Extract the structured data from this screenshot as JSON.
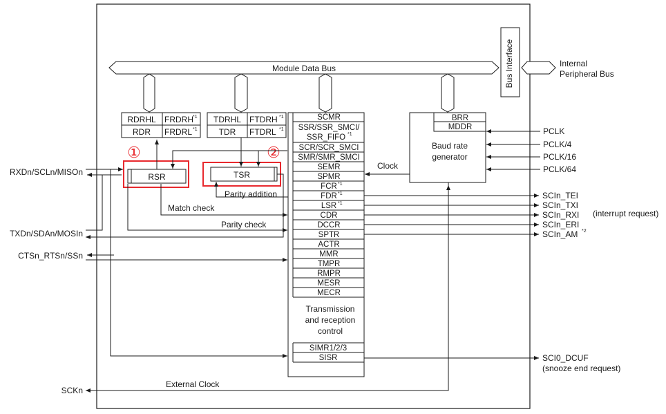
{
  "bus": {
    "module_data_bus": "Module Data Bus",
    "bus_interface": "Bus Interface",
    "internal_peripheral_bus_line1": "Internal",
    "internal_peripheral_bus_line2": "Peripheral Bus"
  },
  "receive_regs": {
    "rdrhl": "RDRHL",
    "frdrh": "FRDRH",
    "rdr": "RDR",
    "frdrl": "FRDRL",
    "rsr": "RSR"
  },
  "transmit_regs": {
    "tdrhl": "TDRHL",
    "ftdrh": "FTDRH",
    "tdr": "TDR",
    "ftdrl": "FTDRL",
    "tsr": "TSR"
  },
  "footnote_marks": {
    "one": "*1",
    "two": "*2"
  },
  "markers": {
    "one": "①",
    "two": "②"
  },
  "control": {
    "registers": [
      "SCMR",
      "SSR/SSR_SMCI/",
      "SSR_FIFO",
      "SCR/SCR_SMCI",
      "SMR/SMR_SMCI",
      "SEMR",
      "SPMR",
      "FCR",
      "FDR",
      "LSR",
      "CDR",
      "DCCR",
      "SPTR",
      "ACTR",
      "MMR",
      "TMPR",
      "RMPR",
      "MESR",
      "MECR"
    ],
    "title_lines": [
      "Transmission",
      "and reception",
      "control"
    ],
    "simr": "SIMR1/2/3",
    "sisr": "SISR"
  },
  "baud": {
    "brr": "BRR",
    "mddr": "MDDR",
    "label_line1": "Baud rate",
    "label_line2": "generator"
  },
  "clock_inputs": [
    "PCLK",
    "PCLK/4",
    "PCLK/16",
    "PCLK/64"
  ],
  "outputs": {
    "tei": "SCIn_TEI",
    "txi": "SCIn_TXI",
    "rxi": "SCIn_RXI",
    "eri": "SCIn_ERI",
    "am": "SCIn_AM",
    "interrupt_request": "(interrupt request)",
    "dcuf": "SCI0_DCUF",
    "snooze": "(snooze end request)"
  },
  "pins": {
    "rxd": "RXDn/SCLn/MISOn",
    "txd": "TXDn/SDAn/MOSIn",
    "cts": "CTSn_RTSn/SSn",
    "sck": "SCKn"
  },
  "signals": {
    "clock": "Clock",
    "parity_addition": "Parity addition",
    "match_check": "Match check",
    "parity_check": "Parity check",
    "external_clock": "External Clock"
  },
  "colors": {
    "highlight": "#e8292e",
    "line": "#1a1a1a"
  }
}
